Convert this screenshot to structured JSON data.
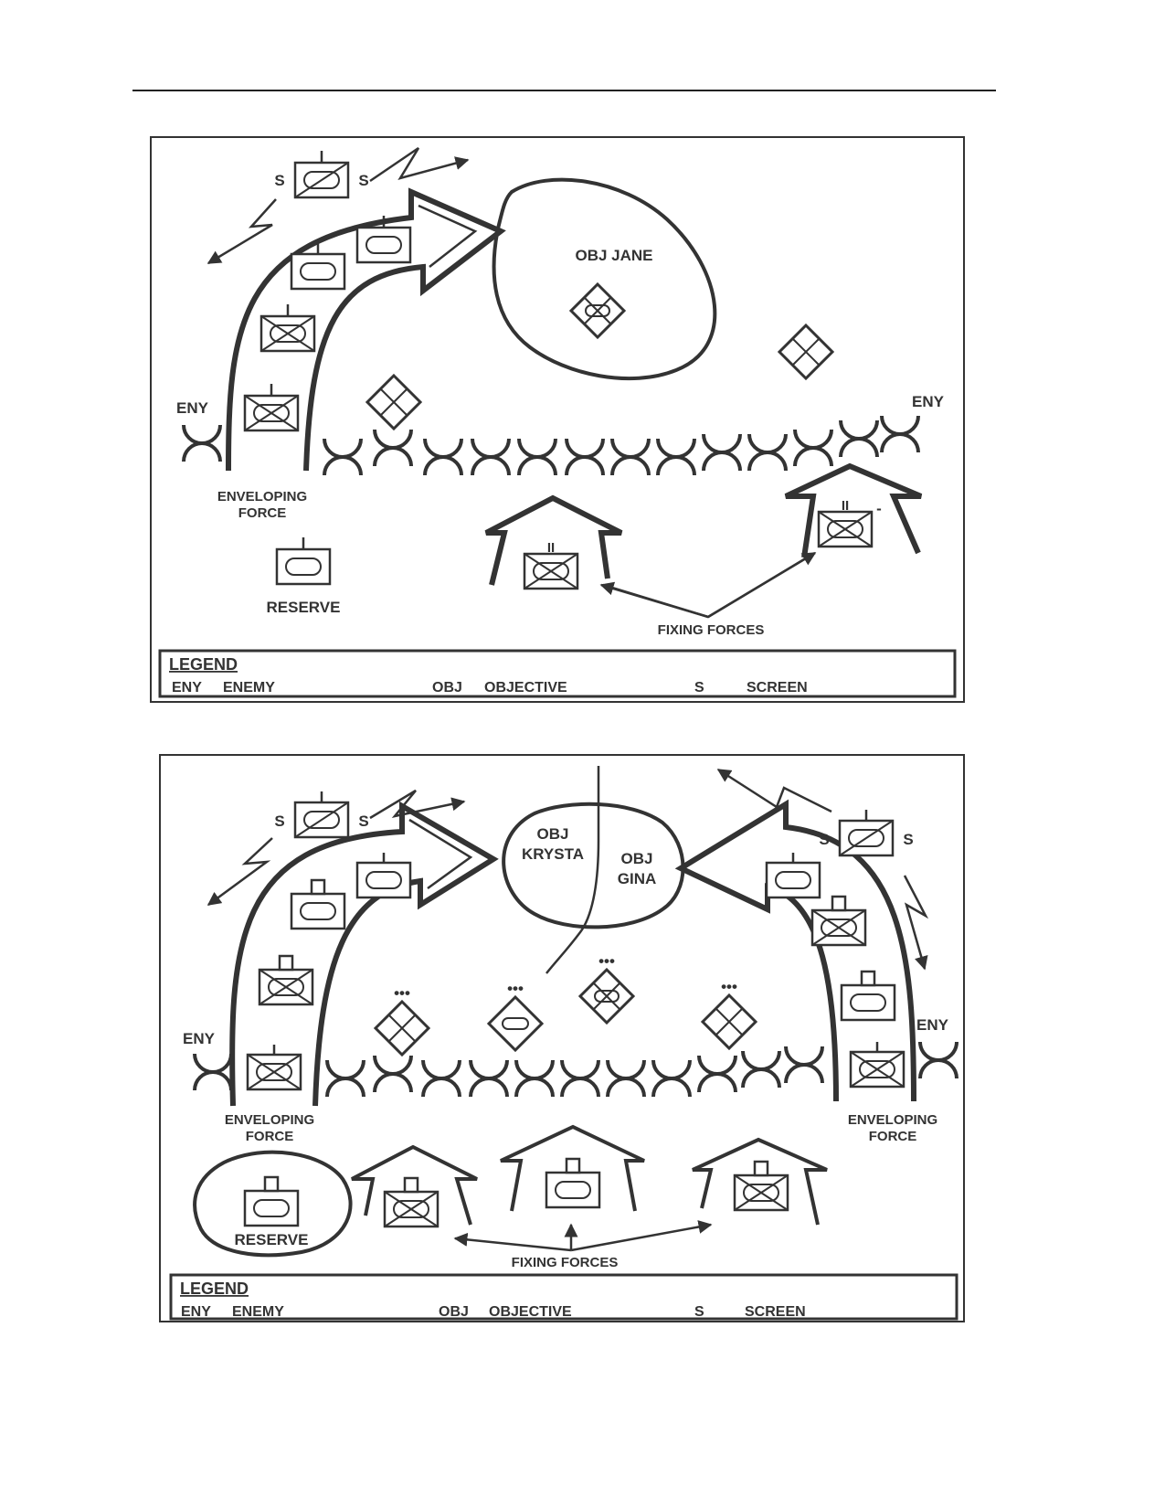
{
  "diagram_top": {
    "objective": "OBJ JANE",
    "eny_left": "ENY",
    "eny_right": "ENY",
    "screen_left": "S",
    "screen_right": "S",
    "enveloping_line1": "ENVELOPING",
    "enveloping_line2": "FORCE",
    "reserve": "RESERVE",
    "fixing_forces": "FIXING FORCES",
    "echelon_ii": "II",
    "echelon_i": "I",
    "reduced": "-"
  },
  "diagram_bottom": {
    "objective_left_line1": "OBJ",
    "objective_left_line2": "KRYSTA",
    "objective_right_line1": "OBJ",
    "objective_right_line2": "GINA",
    "eny_left": "ENY",
    "eny_right": "ENY",
    "screen": "S",
    "enveloping_line1": "ENVELOPING",
    "enveloping_line2": "FORCE",
    "reserve": "RESERVE",
    "fixing_forces": "FIXING FORCES",
    "echelon_i": "I",
    "echelon_dots": "•••"
  },
  "legend": {
    "title": "LEGEND",
    "items": [
      {
        "abbr": "ENY",
        "meaning": "ENEMY"
      },
      {
        "abbr": "OBJ",
        "meaning": "OBJECTIVE"
      },
      {
        "abbr": "S",
        "meaning": "SCREEN"
      }
    ]
  }
}
